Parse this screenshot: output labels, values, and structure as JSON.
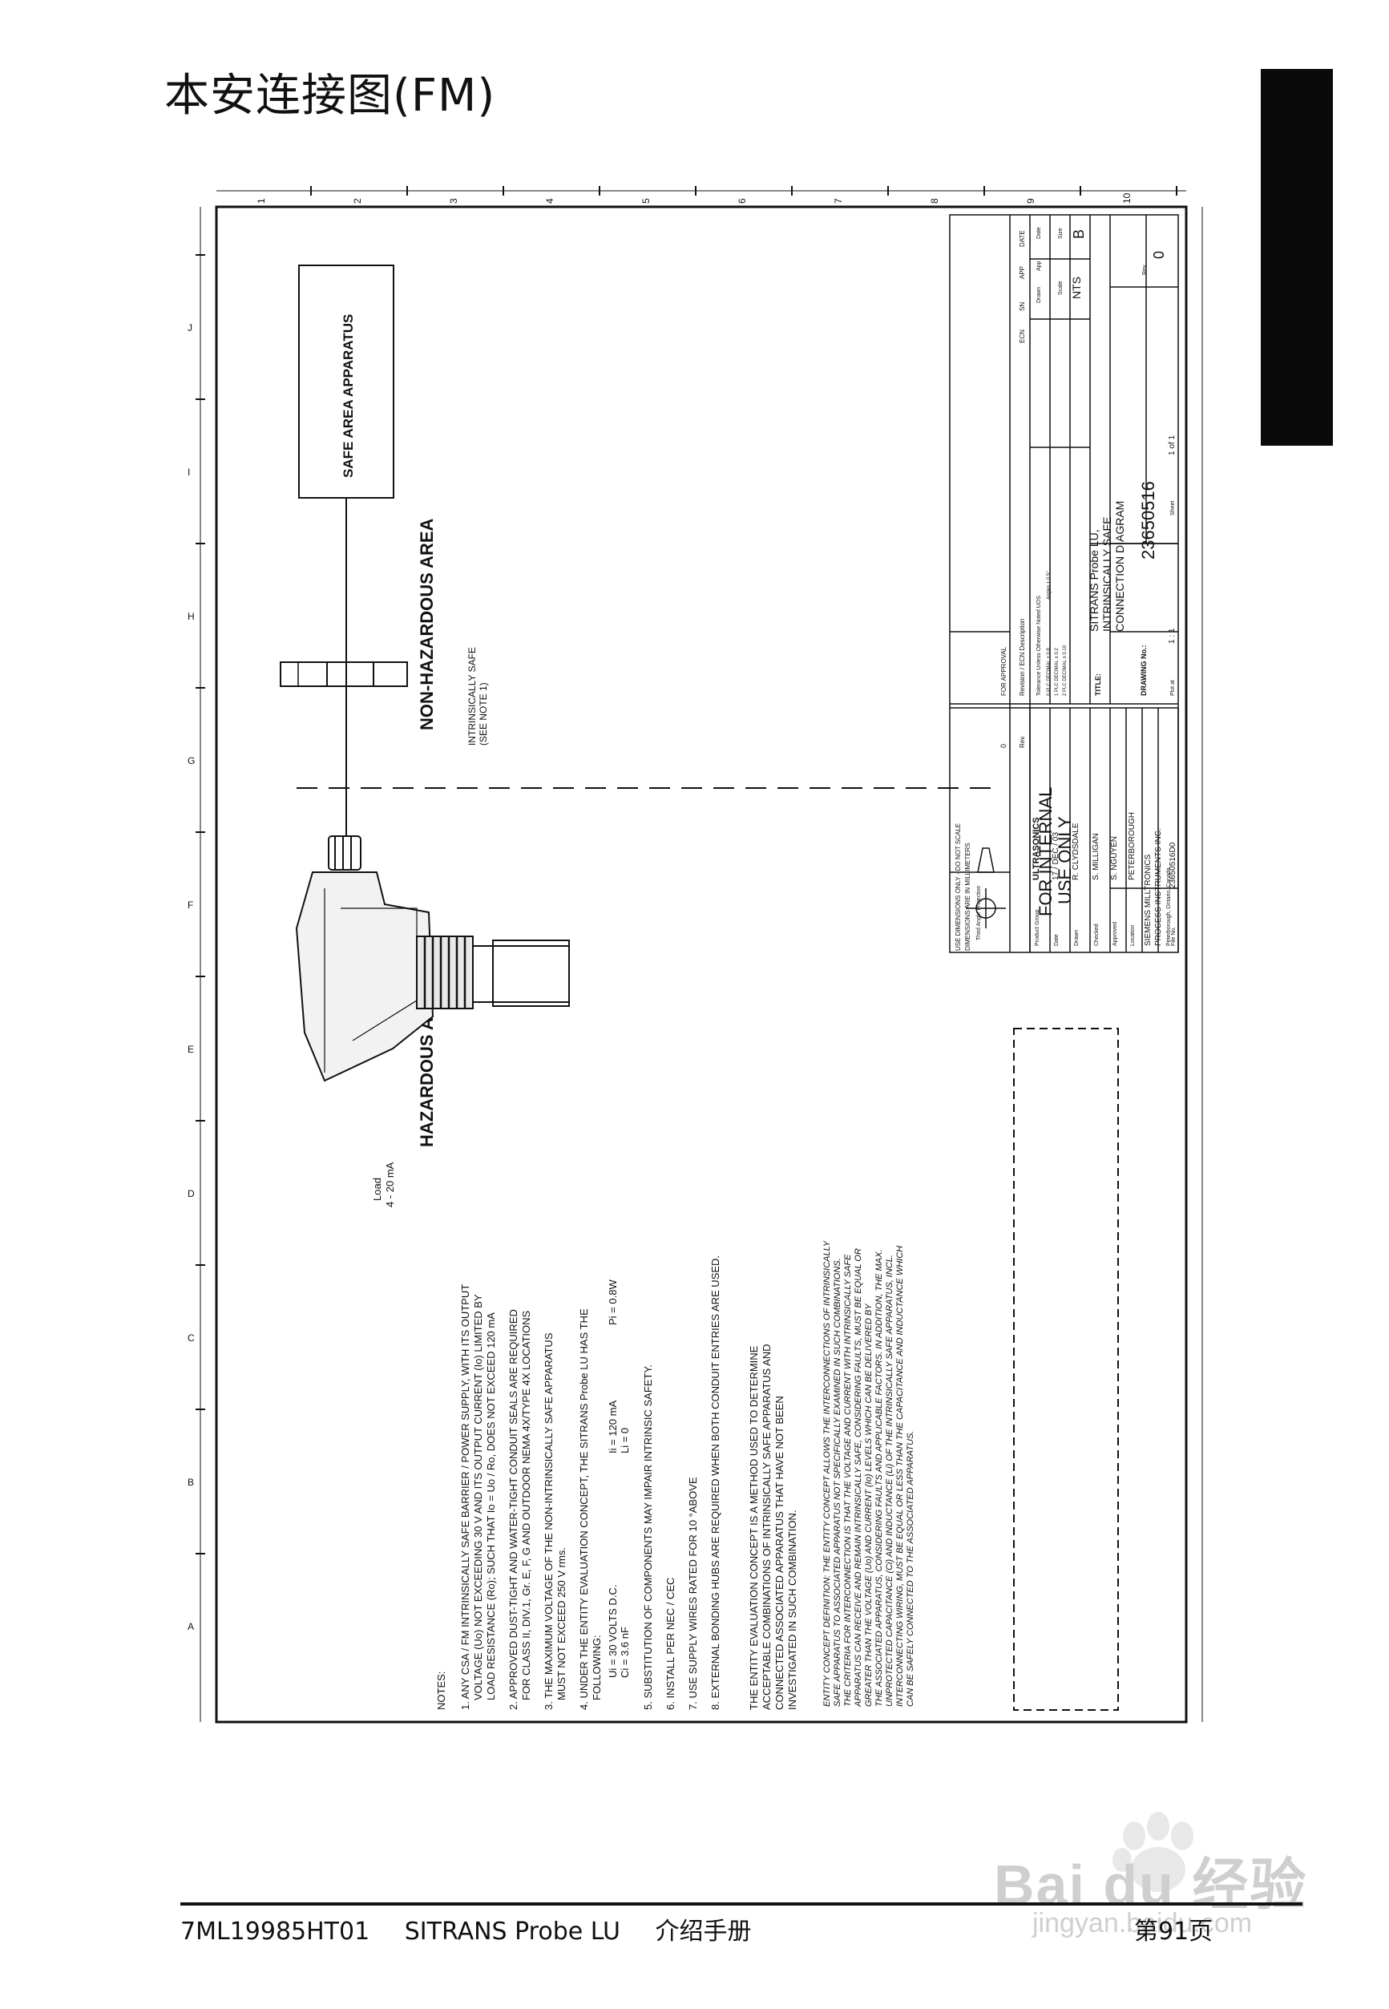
{
  "page": {
    "title": "本安连接图(FM)",
    "footer": {
      "doc_number": "7ML19985HT01",
      "product": "SITRANS Probe LU",
      "manual": "介绍手册",
      "page_number": "第91页"
    },
    "watermark": {
      "brand": "Bai du 经验",
      "url": "jingyan.baidu.com"
    }
  },
  "drawing": {
    "zone_letters": [
      "A",
      "B",
      "C",
      "D",
      "E",
      "F",
      "G",
      "H",
      "I",
      "J"
    ],
    "zone_numbers": [
      "1",
      "2",
      "3",
      "4",
      "5",
      "6",
      "7",
      "8",
      "9",
      "10"
    ],
    "hazardous_label": "HAZARDOUS AREA",
    "non_hazardous_label": "NON-HAZARDOUS AREA",
    "safe_area_label": "SAFE AREA APPARATUS",
    "is_safe_note": [
      "INTRINSICALLY SAFE",
      "(SEE NOTE 1)"
    ],
    "load_label": [
      "Load",
      "4 - 20 mA"
    ],
    "notes_title": "NOTES:",
    "notes": [
      [
        "1. ANY CSA / FM INTRINSICALLY SAFE BARRIER / POWER SUPPLY, WITH ITS OUTPUT",
        "VOLTAGE (Uo) NOT EXCEEDING 30 V AND ITS OUTPUT CURRENT (Io) LIMITED BY",
        "LOAD RESISTANCE (Ro); SUCH THAT Io = Uo / Ro, DOES NOT EXCEED 120 mA"
      ],
      [
        "2. APPROVED DUST-TIGHT AND WATER-TIGHT CONDUIT SEALS ARE REQUIRED",
        "FOR CLASS II, DIV.1, Gr. E, F, G AND OUTDOOR NEMA 4X/TYPE 4X LOCATIONS"
      ],
      [
        "3. THE MAXIMUM VOLTAGE OF THE NON-INTRINSICALLY SAFE APPARATUS",
        "MUST NOT EXCEED 250 V rms."
      ],
      [
        "4. UNDER THE ENTITY EVALUATION CONCEPT, THE SITRANS Probe LU HAS THE",
        "FOLLOWING:"
      ],
      [
        "5. SUBSTITUTION OF COMPONENTS MAY IMPAIR INTRINSIC SAFETY."
      ],
      [
        "6. INSTALL PER NEC / CEC"
      ],
      [
        "7. USE SUPPLY WIRES RATED FOR 10 °ABOVE"
      ],
      [
        "8. EXTERNAL BONDING HUBS ARE REQUIRED WHEN BOTH CONDUIT ENTRIES ARE USED."
      ]
    ],
    "entity_params": {
      "col1": [
        "Ui = 30 VOLTS D.C.",
        "Ci = 3.6 nF"
      ],
      "col2": [
        "Ii = 120 mA",
        "Li = 0"
      ],
      "col3": [
        "Pi = 0.8W"
      ]
    },
    "entity_paragraph": [
      "THE ENTITY EVALUATION CONCEPT IS A METHOD USED TO DETERMINE",
      "ACCEPTABLE COMBINATIONS OF INTRINSICALLY SAFE APPARATUS AND",
      "CONNECTED ASSOCIATED APPARATUS THAT HAVE NOT BEEN",
      "INVESTIGATED IN SUCH COMBINATION."
    ],
    "entity_definition": [
      "ENTITY CONCEPT DEFINITION: THE ENTITY CONCEPT ALLOWS THE INTERCONNECTIONS OF INTRINSICALLY",
      "SAFE APPARATUS TO ASSOCIATED APPARATUS NOT SPECIFICALLY EXAMINED IN SUCH COMBINATIONS.",
      "THE CRITERIA FOR INTERCONNECTION IS THAT THE VOLTAGE AND CURRENT WITH INTRINSICALLY SAFE",
      "APPARATUS CAN RECEIVE AND REMAIN INTRINSICALLY SAFE, CONSIDERING FAULTS, MUST BE EQUAL OR",
      "GREATER THAN THE VOLTAGE (Uo) AND CURRENT (Io) LEVELS WHICH CAN BE DELIVERED BY",
      "THE ASSOCIATED APPARATUS, CONSIDERING FAULTS AND APPLICABLE FACTORS. IN ADDITION, THE MAX.",
      "UNPROTECTED CAPACITANCE (Ci) AND INDUCTANCE (Li) OF THE INTRINSICALLY SAFE APPARATUS, INCL.",
      "INTERCONNECTING WIRING, MUST BE EQUAL OR LESS THAN THE CAPACITANCE AND INDUCTANCE WHICH",
      "CAN BE SAFELY CONNECTED TO THE ASSOCIATED APPARATUS."
    ],
    "title_block": {
      "dimensions_note": "USE DIMENSIONS ONLY - DO NOT SCALE",
      "dimensions_units": "DIMENSIONS ARE IN MILLIMETERS",
      "projection": "Third Angle Projection",
      "internal_use": [
        "FOR INTERNAL",
        "USE ONLY"
      ],
      "product_group_label": "Product Group",
      "product_group": "ULTRASONICS",
      "date_label": "Date",
      "date": "17 / DEC / 03",
      "drawn_label": "Drawn",
      "drawn": "R. CLYDSDALE",
      "checked_label": "Checked",
      "checked": "S. MILLIGAN",
      "approved_label": "Approved",
      "approved": "S. NGUYEN",
      "location_label": "Location",
      "location": "PETERBOROUGH",
      "company": [
        "SIEMENS MILLTRONICS",
        "PROCESS INSTRUMENTS INC."
      ],
      "company_address": "Peterborough, Ontario, Canada",
      "file_label": "File No.",
      "file_no": "23650516D0",
      "for_approval": "FOR APPROVAL",
      "revision_header": "Revision / ECN Description",
      "rev_label": "Rev.",
      "rev_zero": "0",
      "tolerance_note": "Tolerance Unless Otherwise Noted   UOS",
      "tolerance_lines": [
        "0 PLC DECIMAL ± 0.8",
        "1 PLC DECIMAL ± 0.2",
        "2 PLC DECIMAL ± 0.10"
      ],
      "angles": "Angles ± 0.5°",
      "rev_columns": [
        "ECN",
        "SN",
        "APP",
        "DATE"
      ],
      "drawn_header": [
        "Drawn",
        "App",
        "Date"
      ],
      "scale_label": "Scale",
      "scale": "NTS",
      "size_label": "Size",
      "size": "B",
      "title_label": "TITLE:",
      "title": [
        "SITRANS Probe LU,",
        "INTRINSICALLY SAFE",
        "CONNECTION DIAGRAM"
      ],
      "drawing_no_label": "DRAWING No.:",
      "drawing_no": "23650516",
      "rev_label2": "Rev.",
      "rev_value": "0",
      "plot_label": "Plot at",
      "plot_value": "1 : 1",
      "sheet_label": "Sheet",
      "sheet_value": "1   of   1"
    }
  }
}
